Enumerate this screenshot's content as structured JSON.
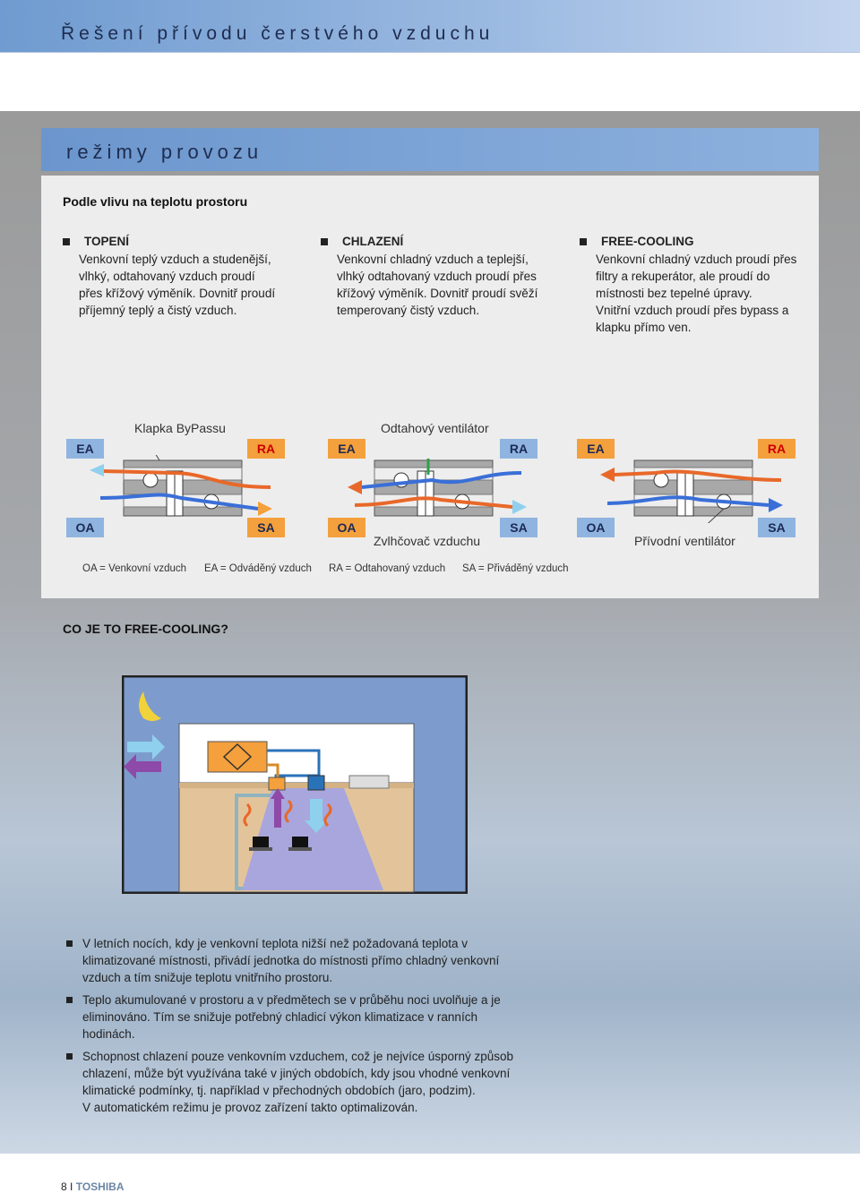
{
  "header": {
    "title": "Řešení přívodu čerstvého vzduchu"
  },
  "banner": {
    "title": "režimy provozu"
  },
  "section": {
    "heading": "Podle vlivu na teplotu prostoru",
    "columns": [
      {
        "title": "TOPENÍ",
        "lines": [
          "Venkovní teplý vzduch a studenější,",
          "vlhký, odtahovaný vzduch proudí",
          "přes křížový výměník. Dovnitř proudí",
          "příjemný teplý a čistý vzduch."
        ]
      },
      {
        "title": "CHLAZENÍ",
        "lines": [
          "Venkovní chladný vzduch a teplejší,",
          "vlhký odtahovaný vzduch proudí přes",
          "křížový výměník. Dovnitř proudí svěží",
          "temperovaný čistý vzduch."
        ]
      },
      {
        "title": "FREE-COOLING",
        "lines": [
          "Venkovní chladný vzduch proudí přes",
          "filtry a rekuperátor, ale proudí do",
          "místnosti bez tepelné úpravy.",
          "Vnitřní vzduch proudí přes bypass a",
          "klapku přímo ven."
        ]
      }
    ]
  },
  "diagram": {
    "labels": {
      "ea": "EA",
      "ra": "RA",
      "oa": "OA",
      "sa": "SA"
    },
    "captions": {
      "bypass": "Klapka ByPassu",
      "exhaust_fan": "Odtahový ventilátor",
      "humidifier": "Zvlhčovač vzduchu",
      "supply_fan": "Přívodní ventilátor"
    },
    "legend": [
      "OA = Venkovní vzduch",
      "EA = Odváděný vzduch",
      "RA = Odtahovaný vzduch",
      "SA = Přiváděný vzduch"
    ]
  },
  "freecooling": {
    "heading": "CO JE TO FREE-COOLING?",
    "bullets": [
      "V letních nocích, kdy je venkovní teplota nižší než požadovaná teplota v klimatizované místnosti, přivádí jednotka do místnosti přímo chladný venkovní vzduch a tím snižuje teplotu vnitřního prostoru.",
      "Teplo akumulované v prostoru a v předmětech se v průběhu noci uvolňuje a je eliminováno. Tím se snižuje potřebný chladicí výkon klimatizace v ranních hodinách.",
      "Schopnost chlazení pouze venkovním vzduchem, což je nejvíce úsporný způsob chlazení, může být využívána také v jiných obdobích, kdy jsou vhodné venkovní klimatické podmínky, tj. například v přechodných obdobích (jaro, podzim).",
      "V automatickém režimu je provoz zařízení takto optimalizován."
    ]
  },
  "footer": {
    "page": "8",
    "separator": "I",
    "brand": "TOSHIBA"
  },
  "colors": {
    "warm": "#e8682a",
    "cool": "#3a6fd8",
    "light_blue": "#8fd0ee",
    "orange": "#f4a03c"
  }
}
